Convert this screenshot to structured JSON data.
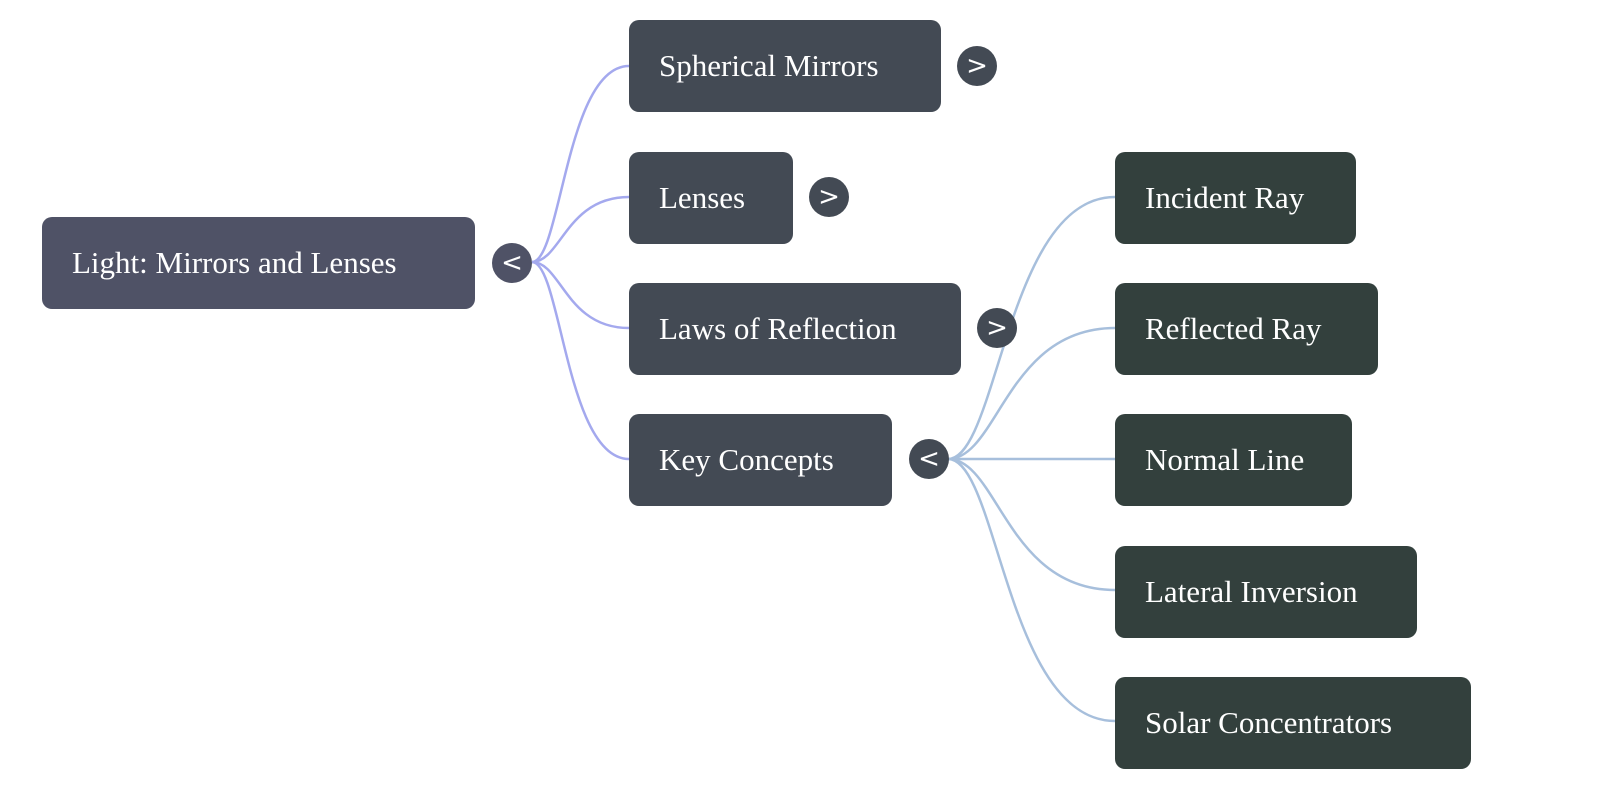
{
  "mindmap": {
    "colors": {
      "root_bg": "#4f5266",
      "level1_bg": "#434a54",
      "level2_bg": "#33403d",
      "root_edge": "#a4a9ee",
      "child_edge": "#a7bfdc",
      "text": "#ffffff"
    },
    "root": {
      "label": "Light: Mirrors and Lenses",
      "toggle": "<",
      "expanded": true
    },
    "branches": [
      {
        "label": "Spherical Mirrors",
        "toggle": ">",
        "expanded": false
      },
      {
        "label": "Lenses",
        "toggle": ">",
        "expanded": false
      },
      {
        "label": "Laws of Reflection",
        "toggle": ">",
        "expanded": false
      },
      {
        "label": "Key Concepts",
        "toggle": "<",
        "expanded": true,
        "children": [
          {
            "label": "Incident Ray"
          },
          {
            "label": "Reflected Ray"
          },
          {
            "label": "Normal Line"
          },
          {
            "label": "Lateral Inversion"
          },
          {
            "label": "Solar Concentrators"
          }
        ]
      }
    ]
  }
}
